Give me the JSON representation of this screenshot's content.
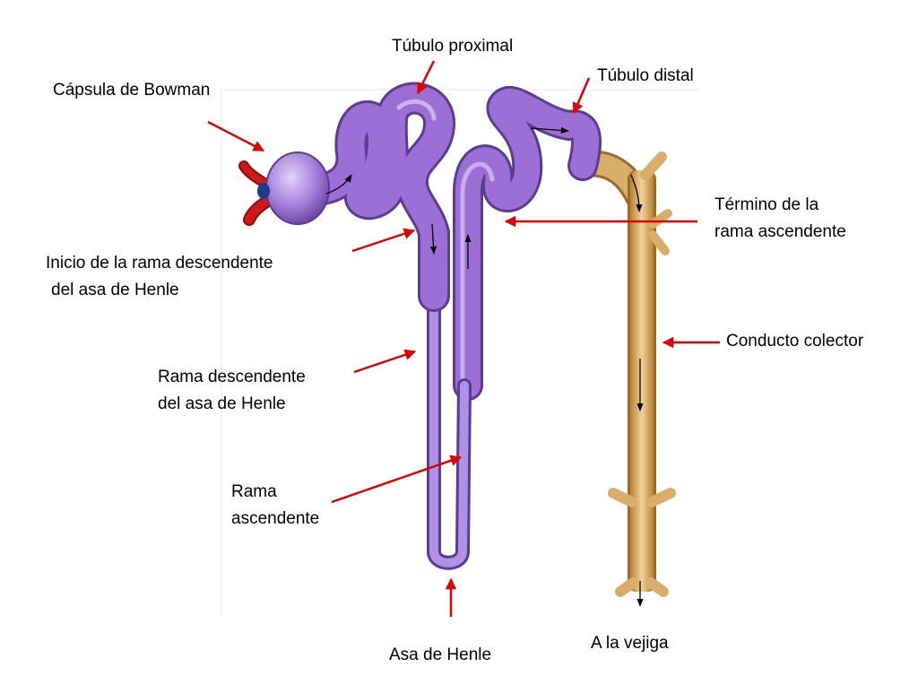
{
  "labels": {
    "tubulo_proximal": "Túbulo proximal",
    "tubulo_distal": "Túbulo distal",
    "capsula_bowman": "Cápsula de Bowman",
    "termino_rama_ascendente": [
      "Término de la",
      "rama ascendente"
    ],
    "inicio_rama_descendente": [
      "Inicio de la rama descendente",
      "del asa de Henle"
    ],
    "conducto_colector": "Conducto colector",
    "rama_descendente": [
      "Rama descendente",
      "del asa de Henle"
    ],
    "rama_ascendente": [
      "Rama",
      "ascendente"
    ],
    "asa_de_henle": "Asa de Henle",
    "a_la_vejiga": "A la vejiga"
  },
  "colors": {
    "tubule": "#9b6fd6",
    "tubule_dark": "#5a3d8f",
    "tubule_light": "#d2bff0",
    "duct": "#d9ae6b",
    "duct_dark": "#9a6b2a",
    "vessel": "#cc1a1a",
    "pointer_arrow": "#e00000"
  }
}
